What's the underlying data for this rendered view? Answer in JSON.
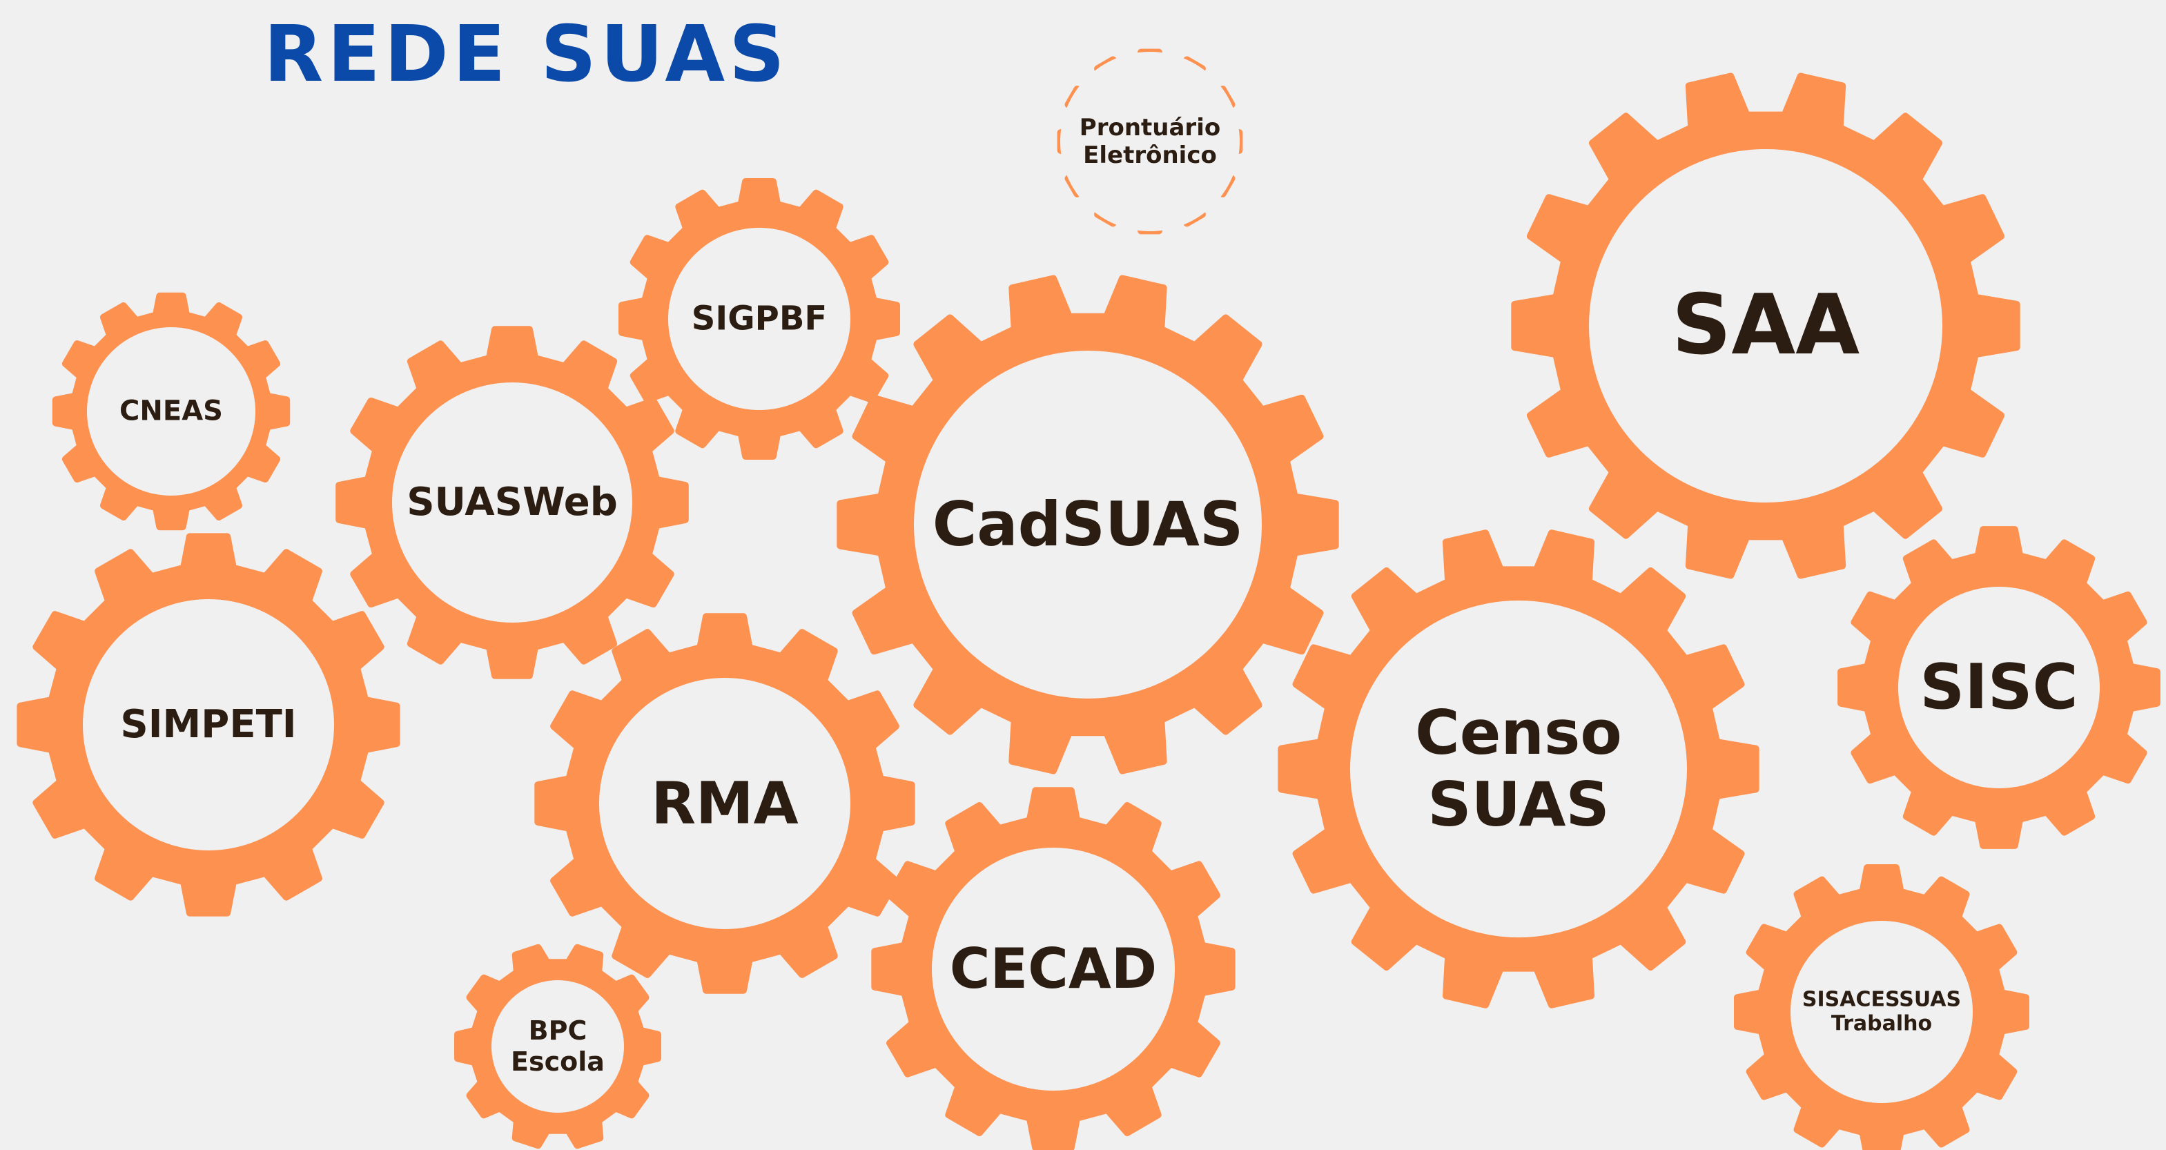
{
  "title": "REDE SUAS",
  "colors": {
    "gear": "#fd9150",
    "hub": "#f0f0f0",
    "title": "#0b4aa8",
    "label": "#2b1d12",
    "background": "#f0f0f0"
  },
  "gears": [
    {
      "id": "prontuario",
      "lines": [
        "Prontuário",
        "Eletrônico"
      ]
    },
    {
      "id": "sigpbf",
      "lines": [
        "SIGPBF"
      ]
    },
    {
      "id": "cneas",
      "lines": [
        "CNEAS"
      ]
    },
    {
      "id": "suasweb",
      "lines": [
        "SUASWeb"
      ]
    },
    {
      "id": "cadsuas",
      "lines": [
        "CadSUAS"
      ]
    },
    {
      "id": "saa",
      "lines": [
        "SAA"
      ]
    },
    {
      "id": "simpeti",
      "lines": [
        "SIMPETI"
      ]
    },
    {
      "id": "rma",
      "lines": [
        "RMA"
      ]
    },
    {
      "id": "censo-suas",
      "lines": [
        "Censo",
        "SUAS"
      ]
    },
    {
      "id": "sisc",
      "lines": [
        "SISC"
      ]
    },
    {
      "id": "cecad",
      "lines": [
        "CECAD"
      ]
    },
    {
      "id": "bpc-escola",
      "lines": [
        "BPC",
        "Escola"
      ]
    },
    {
      "id": "sisacessuas",
      "lines": [
        "SISACESSUAS",
        "Trabalho"
      ]
    }
  ]
}
